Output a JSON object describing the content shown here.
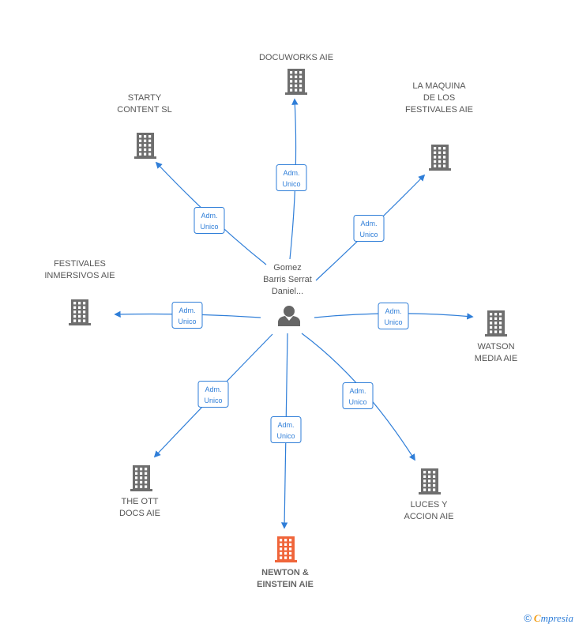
{
  "center": {
    "lines": [
      "Gomez",
      "Barris Serrat",
      "Daniel..."
    ],
    "icon": "person-icon",
    "color": "#666666"
  },
  "edge_label": [
    "Adm.",
    "Unico"
  ],
  "colors": {
    "edge": "#2f7ed8",
    "building": "#6e6e6e",
    "focus_building": "#f0653a",
    "text": "#555555"
  },
  "nodes": [
    {
      "id": "docuworks",
      "lines": [
        "DOCUWORKS AIE"
      ],
      "icon": "building-icon",
      "focus": false
    },
    {
      "id": "starty",
      "lines": [
        "STARTY",
        "CONTENT  SL"
      ],
      "icon": "building-icon",
      "focus": false
    },
    {
      "id": "maquina",
      "lines": [
        "LA MAQUINA",
        "DE LOS",
        "FESTIVALES AIE"
      ],
      "icon": "building-icon",
      "focus": false
    },
    {
      "id": "inmersivos",
      "lines": [
        "FESTIVALES",
        "INMERSIVOS AIE"
      ],
      "icon": "building-icon",
      "focus": false
    },
    {
      "id": "watson",
      "lines": [
        "WATSON",
        "MEDIA  AIE"
      ],
      "icon": "building-icon",
      "focus": false
    },
    {
      "id": "ott",
      "lines": [
        "THE OTT",
        "DOCS AIE"
      ],
      "icon": "building-icon",
      "focus": false
    },
    {
      "id": "luces",
      "lines": [
        "LUCES Y",
        "ACCION AIE"
      ],
      "icon": "building-icon",
      "focus": false
    },
    {
      "id": "newton",
      "lines": [
        "NEWTON &",
        "EINSTEIN AIE"
      ],
      "icon": "building-icon",
      "focus": true
    }
  ],
  "footer": {
    "copyright": "©",
    "brand_first": "C",
    "brand_rest": "mpresia"
  }
}
